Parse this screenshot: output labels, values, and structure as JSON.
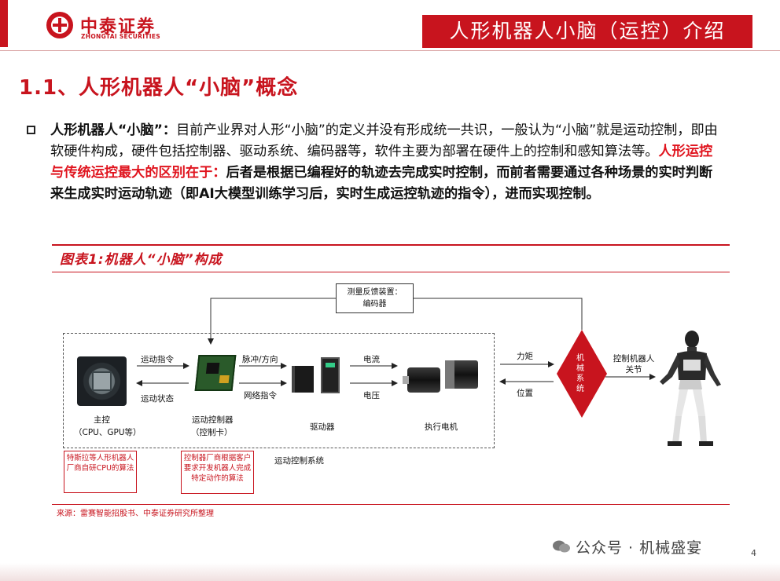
{
  "header": {
    "logo_cn": "中泰证券",
    "logo_en": "ZHONGTAI SECURITIES",
    "banner": "人形机器人小脑（运控）介绍"
  },
  "section": {
    "title": "1.1、人形机器人“小脑”概念"
  },
  "body": {
    "term": "人形机器人“小脑”：",
    "text_a": "目前产业界对人形“小脑”的定义并没有形成统一共识，一般认为“小脑”就是运动控制，即由软硬件构成，硬件包括控制器、驱动系统、编码器等，软件主要为部署在硬件上的控制和感知算法等。",
    "emphasis_red": "人形运控与传统运控最大的区别在于：",
    "text_b": "后者是根据已编程好的轨迹去完成实时控制，而前者需要通过各种场景的实时判断来生成实时运动轨迹（即AI大模型训练学习后，实时生成运控轨迹的指令），进而实现控制。"
  },
  "figure": {
    "title": "图表1:机器人“小脑”构成",
    "feedback_line1": "测量反馈装置：",
    "feedback_line2": "编码器",
    "arrow_cmd": "运动指令",
    "arrow_status": "运动状态",
    "arrow_pulse": "脉冲/方向",
    "arrow_net": "网络指令",
    "arrow_current": "电流",
    "arrow_voltage": "电压",
    "arrow_torque": "力矩",
    "arrow_position": "位置",
    "mech_system": "机械系统",
    "control_robot": "控制机器人关节",
    "main_ctrl": "主控",
    "main_ctrl_sub": "（CPU、GPU等）",
    "motion_ctrl": "运动控制器",
    "motion_ctrl_sub": "（控制卡）",
    "driver": "驱动器",
    "motor": "执行电机",
    "system_label": "运动控制系统",
    "note1": "特斯拉等人形机器人厂商自研CPU的算法",
    "note2": "控制器厂商根据客户要求开发机器人完成特定动作的算法",
    "source": "来源：雷赛智能招股书、中泰证券研究所整理"
  },
  "footer": {
    "watermark": "公众号 · 机械盛宴",
    "page": "4"
  },
  "colors": {
    "brand_red": "#c8141e",
    "emphasis_red": "#e0141e"
  }
}
